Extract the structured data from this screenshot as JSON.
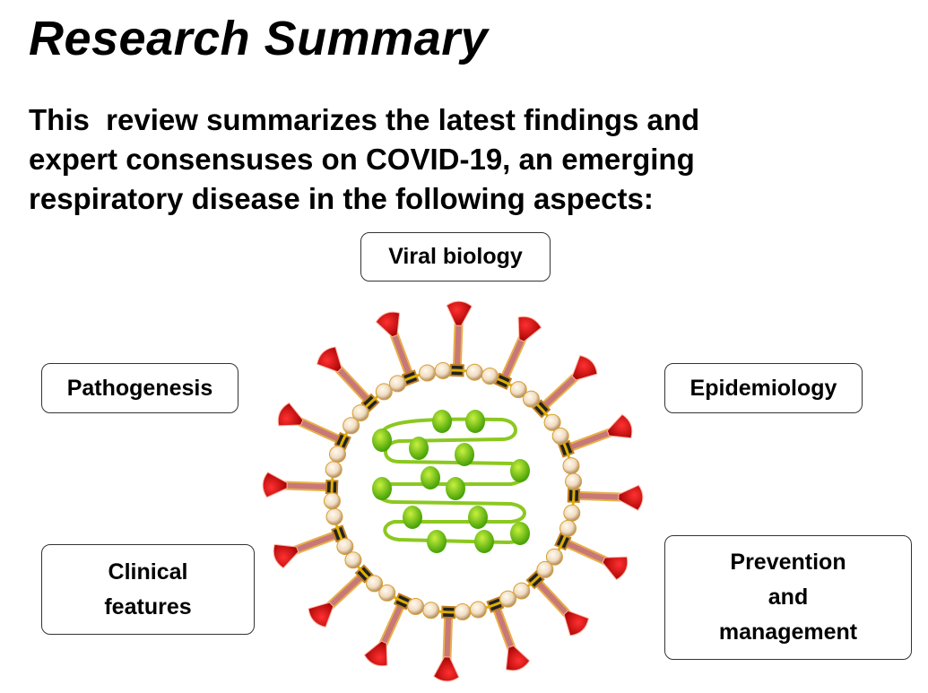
{
  "title": "Research Summary",
  "intro": {
    "lines": [
      "This  review summarizes the latest findings and",
      "expert consensuses on COVID-19, an emerging",
      "respiratory disease in the following aspects:"
    ]
  },
  "aspects": {
    "viral_biology": "Viral biology",
    "pathogenesis": "Pathogenesis",
    "epidemiology": "Epidemiology",
    "clinical_features": [
      "Clinical",
      "features"
    ],
    "prevention": [
      "Prevention",
      "and",
      "management"
    ]
  },
  "colors": {
    "spike_head": "#d40000",
    "spike_stalk": "#e8b048",
    "bead": "#f0dcc0",
    "membrane": "#e0b000",
    "genome": "#8cc820",
    "nucleocapsid": "#4caa00"
  }
}
